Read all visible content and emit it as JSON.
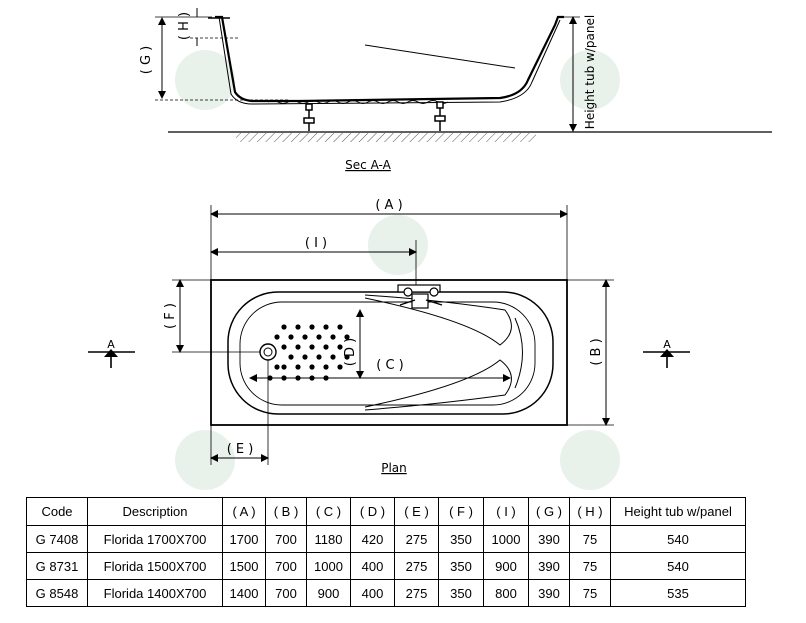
{
  "section_view": {
    "label": "Sec A-A",
    "dim_g": "( G )",
    "dim_h": "( H )",
    "height_label": "Height tub w/panel"
  },
  "plan_view": {
    "label": "Plan",
    "dim_a": "( A )",
    "dim_b": "( B )",
    "dim_c": "( C )",
    "dim_d": "( D )",
    "dim_e": "( E )",
    "dim_f": "( F )",
    "dim_i": "( I )",
    "section_marker": "A"
  },
  "spec_table": {
    "headers": [
      "Code",
      "Description",
      "( A )",
      "( B )",
      "( C )",
      "( D )",
      "( E )",
      "( F )",
      "( I )",
      "( G )",
      "( H )",
      "Height tub w/panel"
    ],
    "rows": [
      [
        "G 7408",
        "Florida 1700X700",
        "1700",
        "700",
        "1180",
        "420",
        "275",
        "350",
        "1000",
        "390",
        "75",
        "540"
      ],
      [
        "G 8731",
        "Florida 1500X700",
        "1500",
        "700",
        "1000",
        "400",
        "275",
        "350",
        "900",
        "390",
        "75",
        "540"
      ],
      [
        "G 8548",
        "Florida 1400X700",
        "1400",
        "700",
        "900",
        "400",
        "275",
        "350",
        "800",
        "390",
        "75",
        "535"
      ]
    ]
  }
}
